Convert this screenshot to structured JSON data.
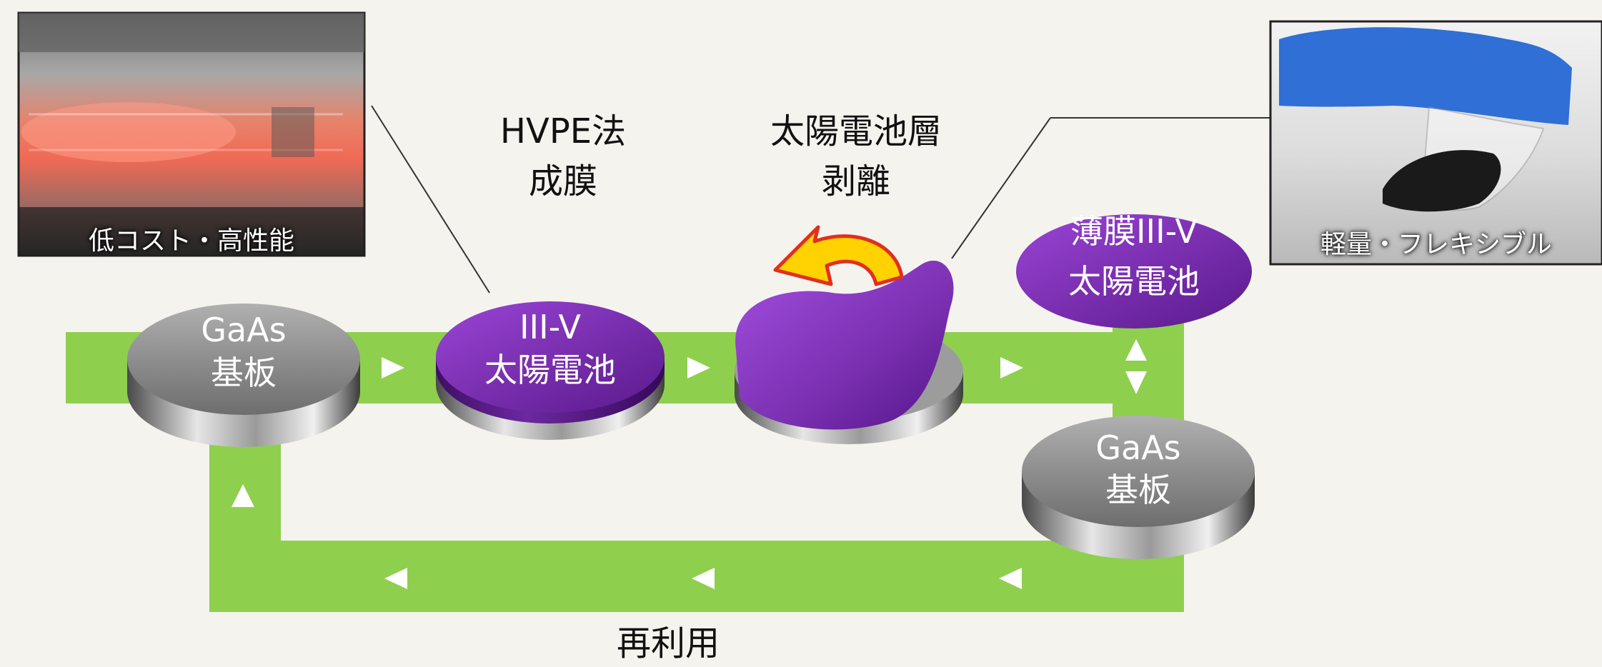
{
  "labels": {
    "gaas_start": [
      "GaAs",
      "基板"
    ],
    "iii_v_cell": [
      "III-V",
      "太陽電池"
    ],
    "thin_cell": [
      "薄膜III-V",
      "太陽電池"
    ],
    "gaas_end": [
      "GaAs",
      "基板"
    ],
    "step_hvpe": [
      "HVPE法",
      "成膜"
    ],
    "step_peel": [
      "太陽電池層",
      "剥離"
    ],
    "reuse": "再利用"
  },
  "photos": {
    "reactor_caption": "低コスト・高性能",
    "flexible_caption": "軽量・フレキシブル"
  },
  "colors": {
    "loop_green": "#8fcf4e",
    "disc_gray": "#8c8c8c",
    "disc_purple": "#7a2fb0",
    "peel_arrow": "#ffd200",
    "peel_arrow_edge": "#e0301e"
  },
  "icons": {
    "right_arrow": "triangle-right",
    "left_arrow": "triangle-left",
    "up_arrow": "triangle-up",
    "down_arrow": "triangle-down"
  }
}
